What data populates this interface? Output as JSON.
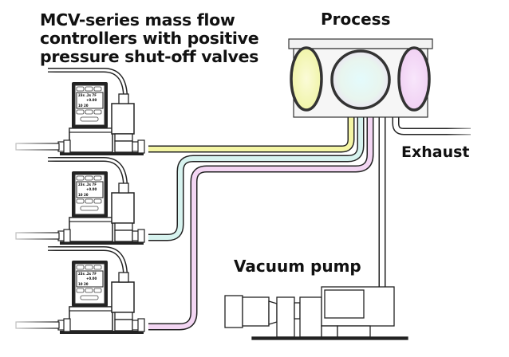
{
  "title": {
    "lines": [
      "MCV-series mass flow",
      "controllers with positive",
      "pressure shut-off valves"
    ]
  },
  "labels": {
    "process": "Process",
    "exhaust": "Exhaust",
    "vacuum_pump": "Vacuum pump"
  },
  "controllers": [
    {
      "name": "mass-flow-controller-1",
      "gas_line_color": "#f4f5a4"
    },
    {
      "name": "mass-flow-controller-2",
      "gas_line_color": "#d7f3ef"
    },
    {
      "name": "mass-flow-controller-3",
      "gas_line_color": "#f3d6f3"
    }
  ],
  "process_chamber": {
    "ports": [
      {
        "name": "left-port",
        "color": "#f1f5a6"
      },
      {
        "name": "center-port",
        "color": "#dff4f7"
      },
      {
        "name": "right-port",
        "color": "#f4d7f6"
      }
    ]
  }
}
